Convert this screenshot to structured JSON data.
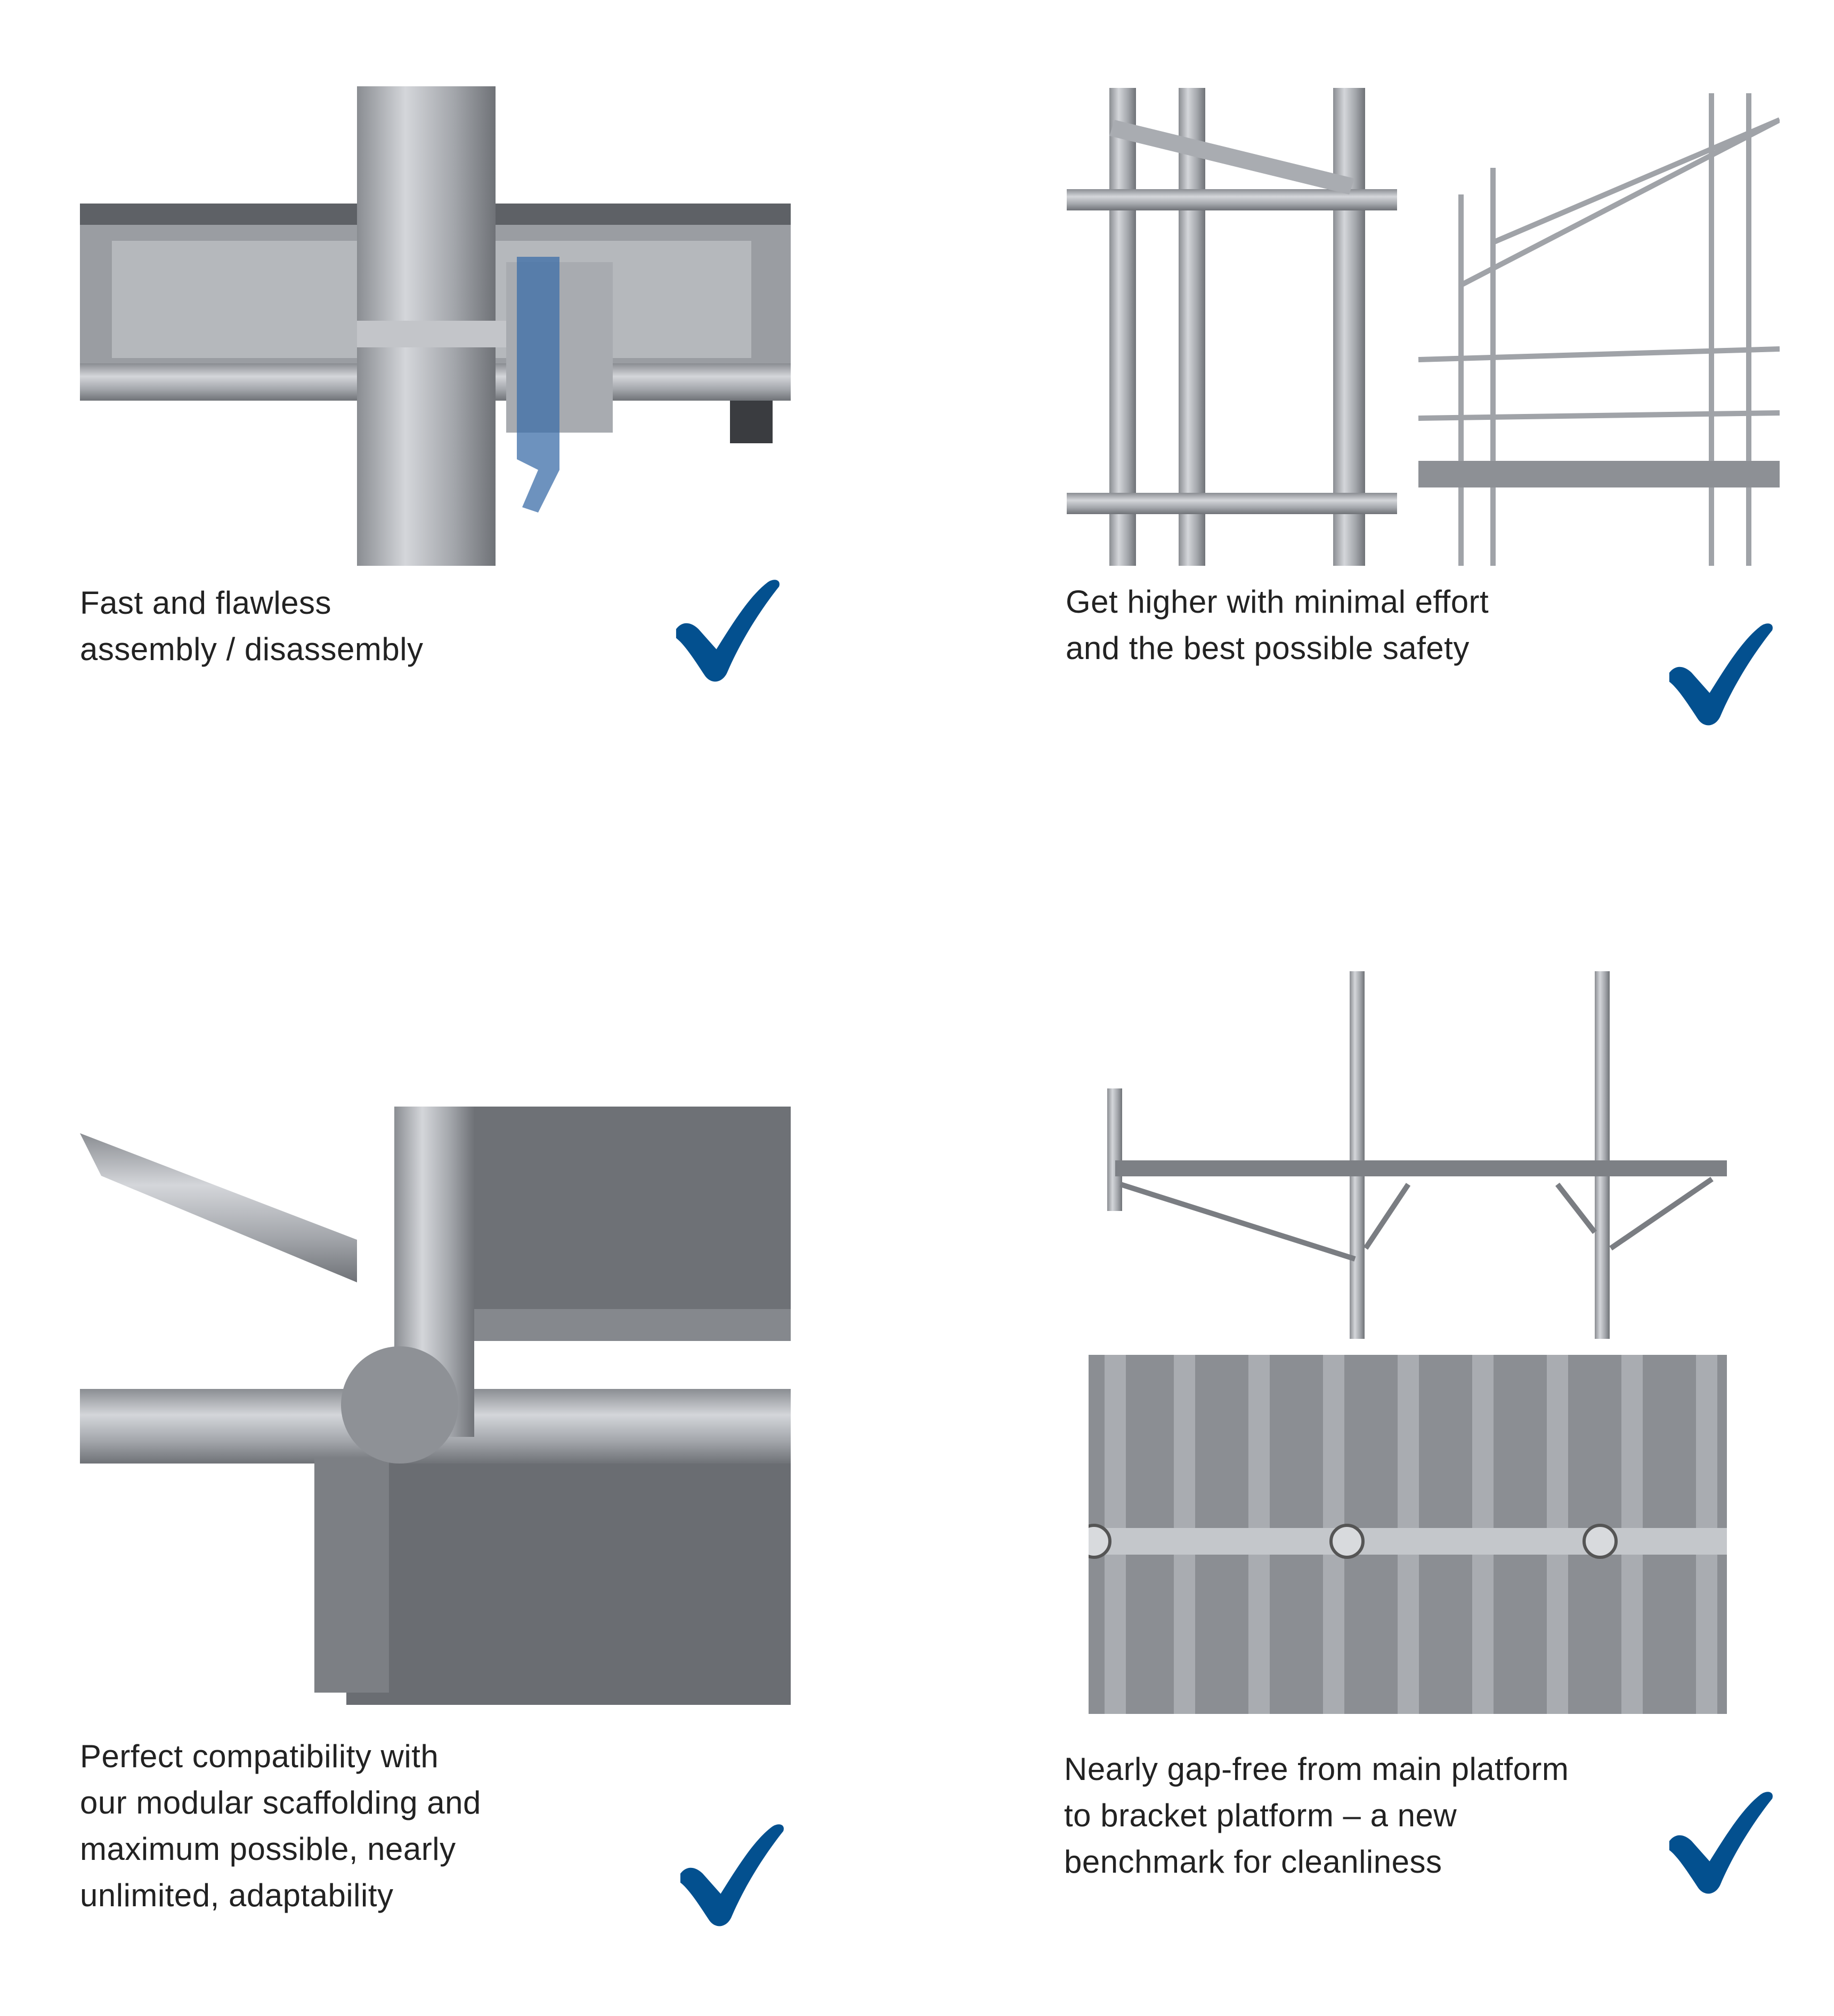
{
  "accent_color": "#03508f",
  "features": [
    {
      "lines": [
        "Fast and flawless",
        "assembly / disassembly"
      ],
      "icon": "checkmark-icon"
    },
    {
      "lines": [
        "Get higher with minimal effort",
        "and the best possible safety"
      ],
      "icon": "checkmark-icon"
    },
    {
      "lines": [
        "Perfect compatibility with",
        "our modular scaffolding and",
        "maximum possible, nearly",
        "unlimited, adaptability"
      ],
      "icon": "checkmark-icon"
    },
    {
      "lines": [
        "Nearly gap-free from main platform",
        "to bracket platform – a new",
        "benchmark for cleanliness"
      ],
      "icon": "checkmark-icon"
    }
  ]
}
